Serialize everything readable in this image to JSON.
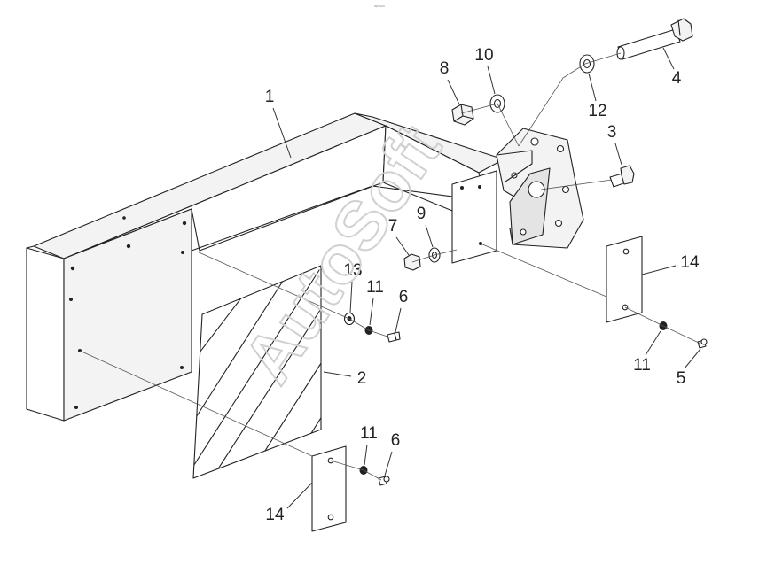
{
  "header_text": "ᵃᵖᵗ ᵘᵘᵘ",
  "watermark": "AutoSoft",
  "callouts": {
    "c1": "1",
    "c2": "2",
    "c3": "3",
    "c4": "4",
    "c5": "5",
    "c6a": "6",
    "c6b": "6",
    "c7": "7",
    "c8": "8",
    "c9": "9",
    "c10": "10",
    "c11a": "11",
    "c11b": "11",
    "c11c": "11",
    "c12": "12",
    "c13": "13",
    "c14a": "14",
    "c14b": "14"
  }
}
